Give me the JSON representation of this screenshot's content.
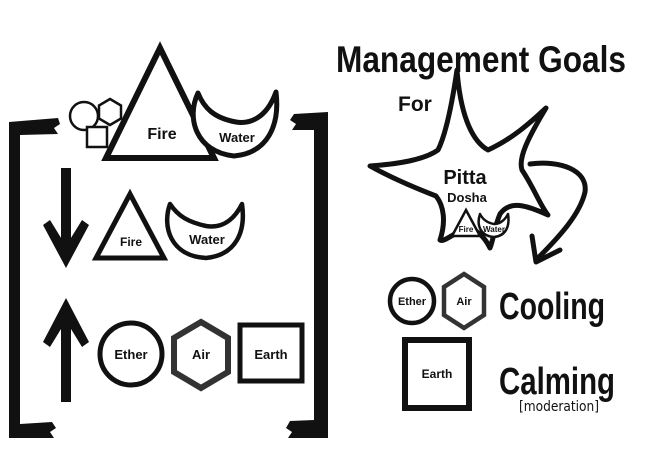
{
  "title": {
    "main": "Management Goals",
    "for": "For"
  },
  "dosha": {
    "name": "Pitta",
    "sub": "Dosha",
    "elements": [
      "Fire",
      "Water"
    ]
  },
  "pitta_composition": {
    "fire": "Fire",
    "water": "Water"
  },
  "decrease_row": {
    "fire": "Fire",
    "water": "Water"
  },
  "increase_row": {
    "ether": "Ether",
    "air": "Air",
    "earth": "Earth"
  },
  "goals": {
    "cooling": {
      "label": "Cooling",
      "elements": [
        "Ether",
        "Air"
      ]
    },
    "calming": {
      "label": "Calming",
      "note": "[moderation]",
      "elements": [
        "Earth"
      ]
    }
  },
  "colors": {
    "ink": "#111111",
    "hexagon_stroke": "#333333",
    "paper": "#ffffff"
  }
}
